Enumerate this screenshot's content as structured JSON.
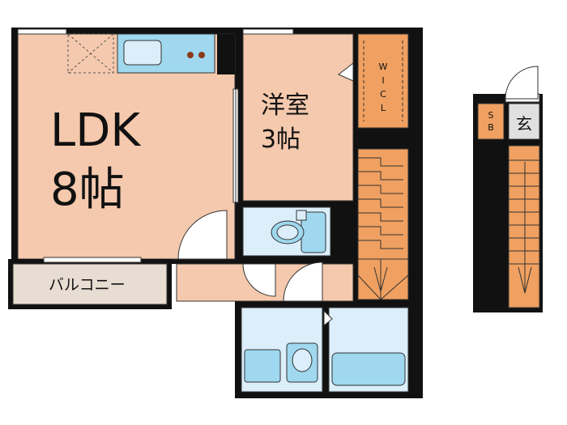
{
  "rooms": {
    "ldk": {
      "name": "LDK",
      "size": "8帖"
    },
    "western": {
      "name": "洋室",
      "size": "3帖"
    },
    "walk_in_closet": {
      "label": "W\nI\nC\nL"
    },
    "shoe_box": {
      "label": "S\nB"
    },
    "entrance": {
      "label": "玄"
    },
    "balcony": {
      "label": "バルコニー"
    }
  },
  "colors": {
    "wall": "#111111",
    "floor_room": "#f5c9ad",
    "floor_closet": "#f0a060",
    "floor_stairs": "#f0a060",
    "floor_wet": "#dbeefa",
    "floor_balcony": "#e8ddd2",
    "floor_entrance": "#e0e0e0",
    "fixture": "#9fd8ef"
  }
}
